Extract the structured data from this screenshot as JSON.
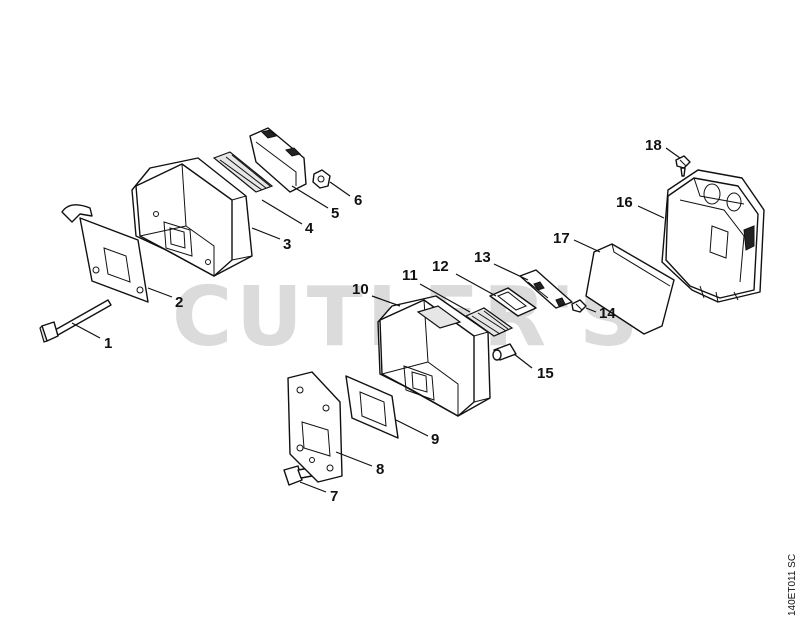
{
  "watermark": "CUTLER'S",
  "reference_code": "140ET011 SC",
  "callouts": {
    "c1": "1",
    "c2": "2",
    "c3": "3",
    "c4": "4",
    "c5": "5",
    "c6": "6",
    "c7": "7",
    "c8": "8",
    "c9": "9",
    "c10": "10",
    "c11": "11",
    "c12": "12",
    "c13": "13",
    "c14": "14",
    "c15": "15",
    "c16": "16",
    "c17": "17",
    "c18": "18"
  }
}
